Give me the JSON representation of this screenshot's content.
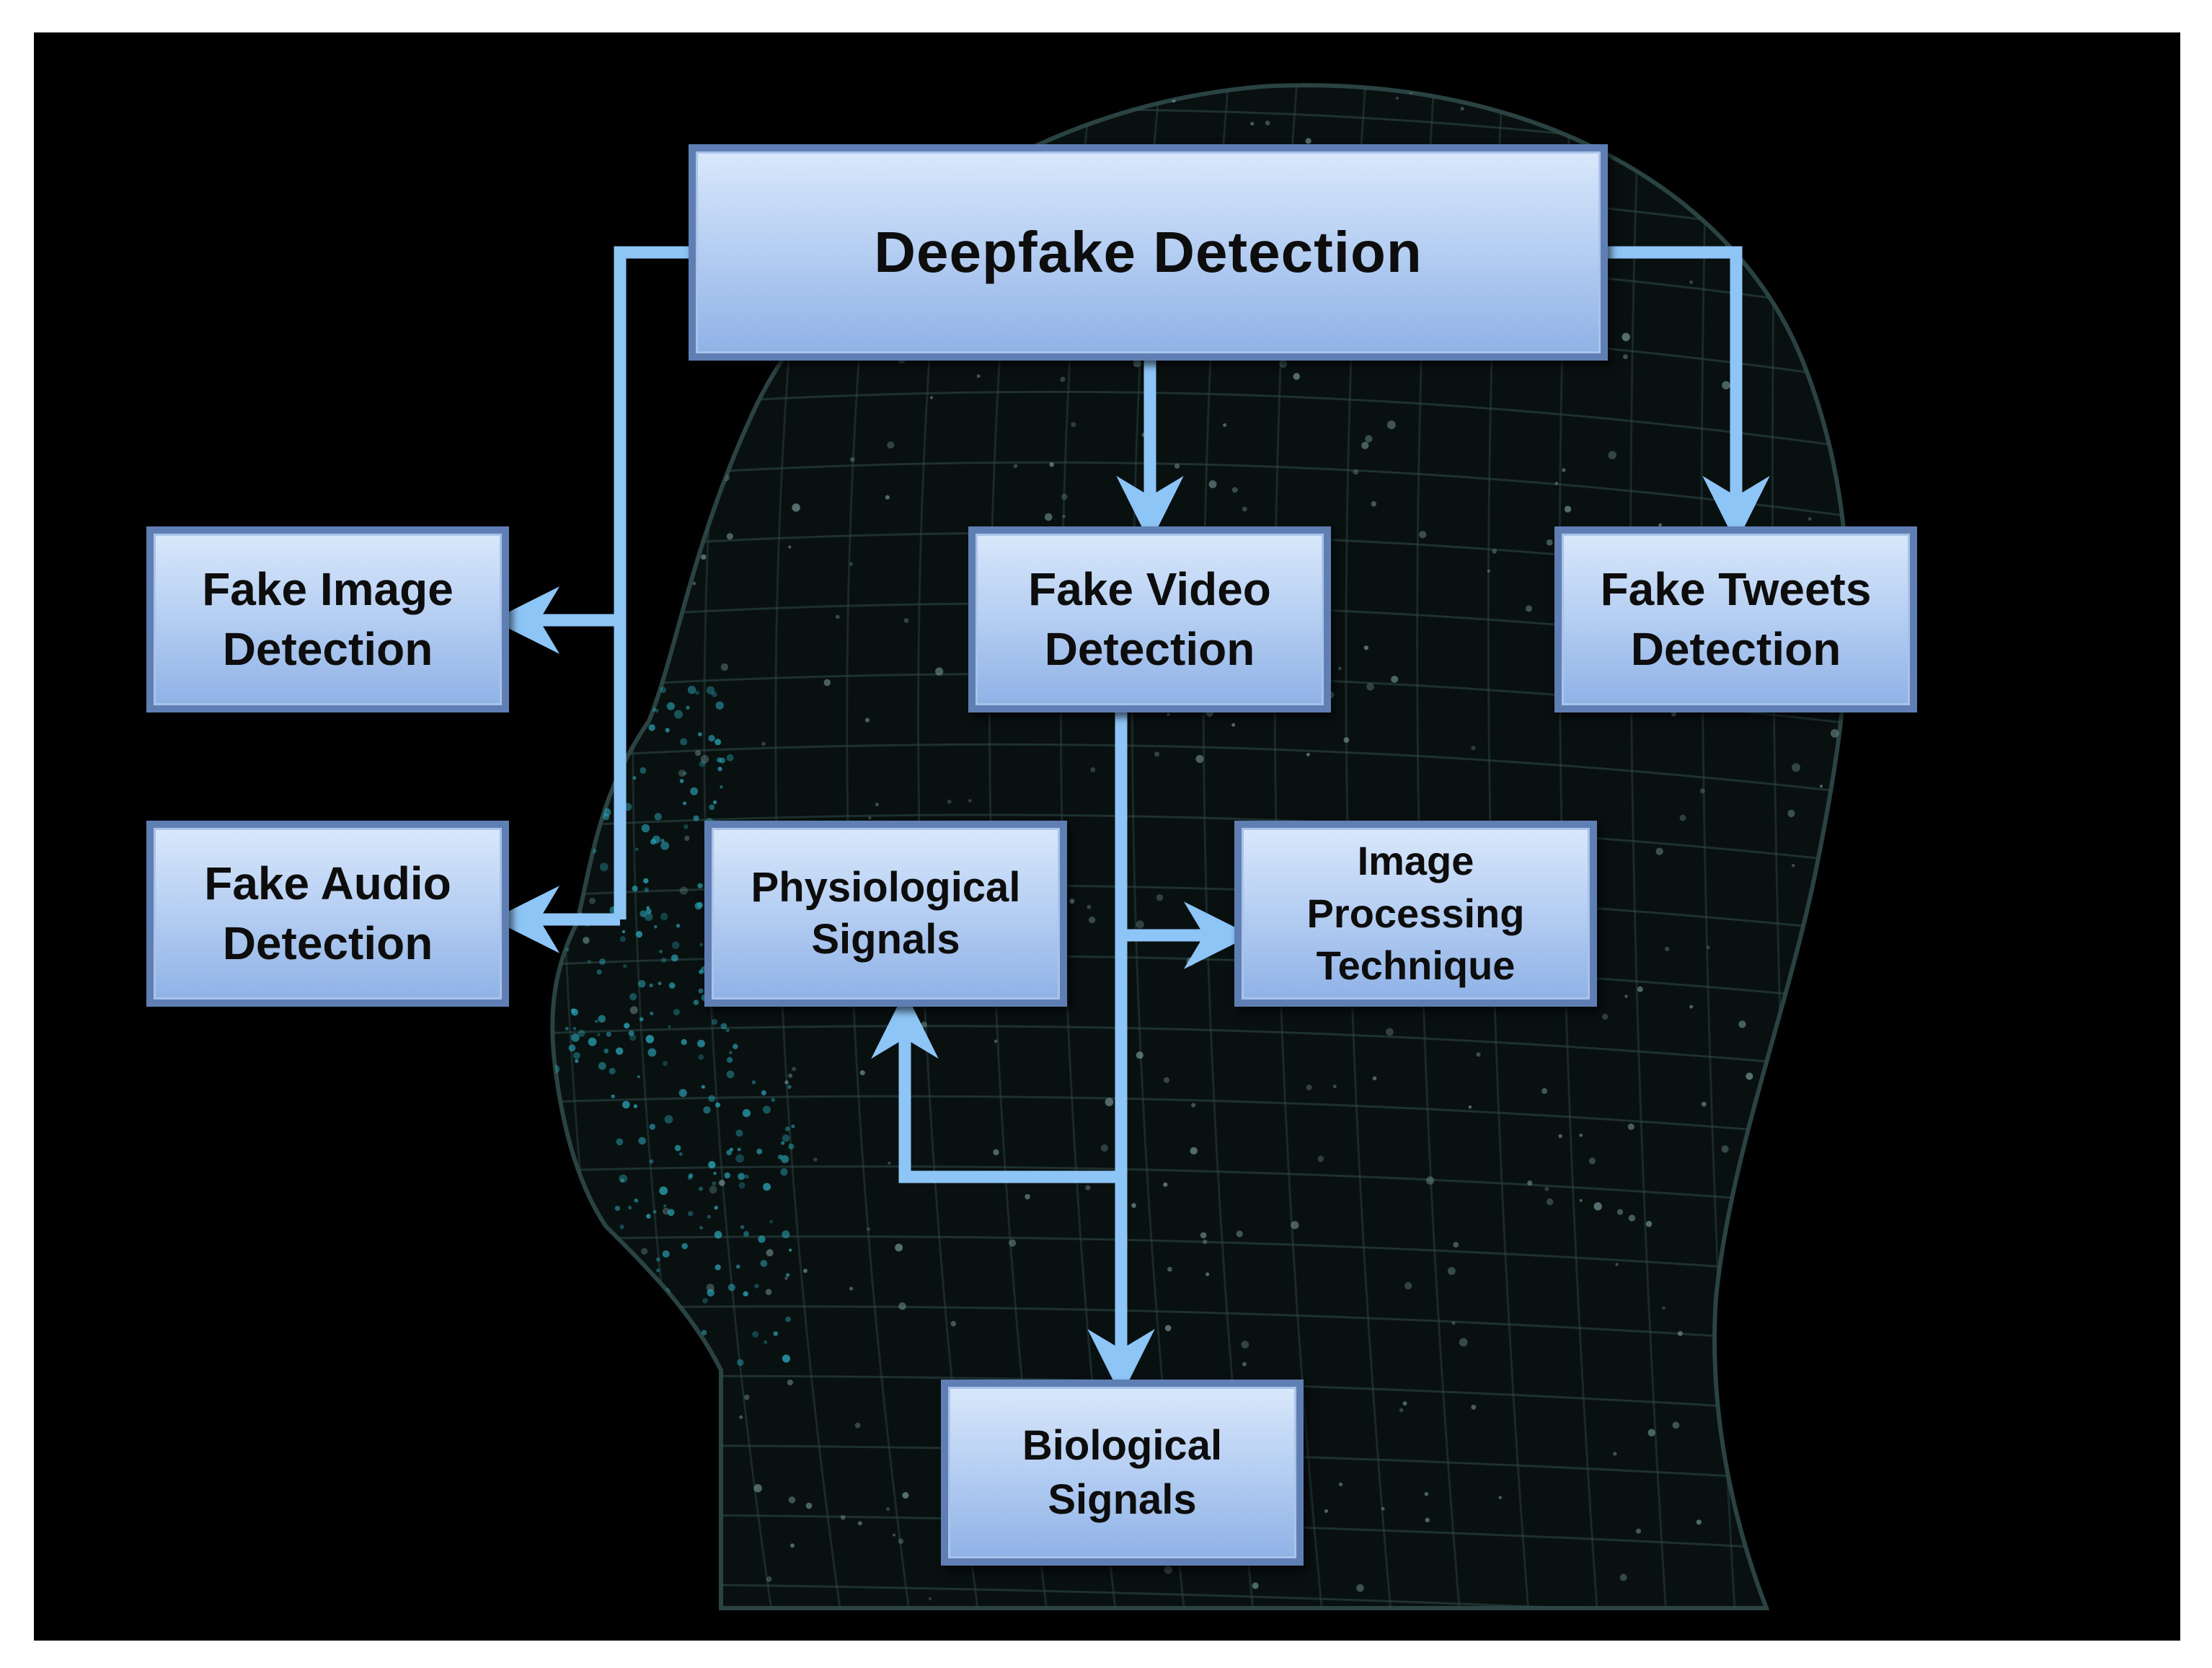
{
  "diagram": {
    "nodes": {
      "root": {
        "label": "Deepfake Detection"
      },
      "image": {
        "label": "Fake Image\nDetection"
      },
      "video": {
        "label": "Fake Video\nDetection"
      },
      "tweets": {
        "label": "Fake Tweets\nDetection"
      },
      "audio": {
        "label": "Fake Audio\nDetection"
      },
      "phys": {
        "label": "Physiological\nSignals"
      },
      "proc": {
        "label": "Image\nProcessing\nTechnique"
      },
      "bio": {
        "label": "Biological\nSignals"
      }
    },
    "edges": [
      {
        "from": "root",
        "to": "image"
      },
      {
        "from": "root",
        "to": "audio"
      },
      {
        "from": "root",
        "to": "video"
      },
      {
        "from": "root",
        "to": "tweets"
      },
      {
        "from": "video",
        "to": "proc"
      },
      {
        "from": "video",
        "to": "phys"
      },
      {
        "from": "video",
        "to": "bio"
      }
    ],
    "colors": {
      "background": "#000000",
      "connector": "#8ec5f7",
      "node_border": "#5f7fb4",
      "node_fill_top": "#d9e8fb",
      "node_fill_bottom": "#8fb2e6",
      "text": "#0d0d0d",
      "background_art": "#2f4a4a",
      "background_art_accent": "#2aa6b8"
    },
    "background_image": "wireframe-head-silhouette"
  }
}
